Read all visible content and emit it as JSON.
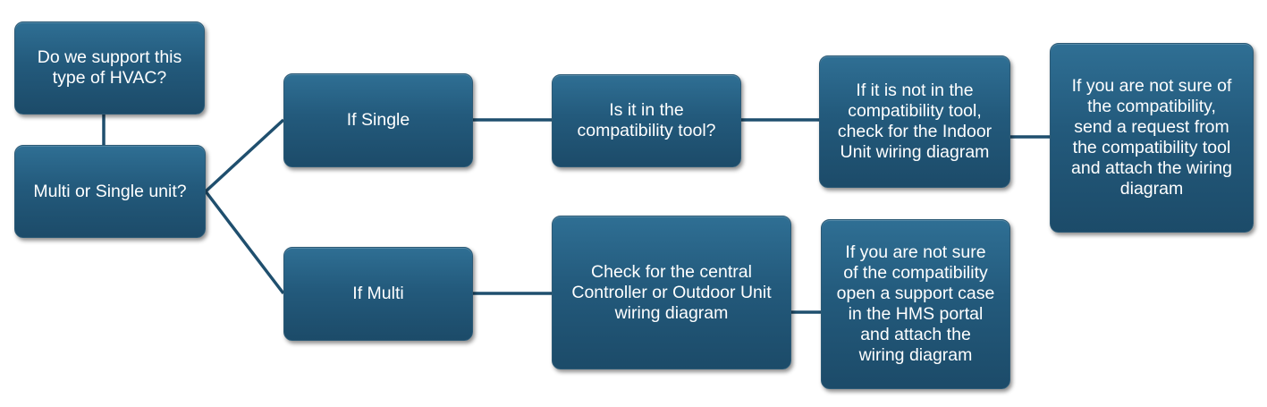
{
  "colors": {
    "node_fill": "#235a7c",
    "node_border": "#2c5a76",
    "connector": "#1f4f6e",
    "text": "#ffffff"
  },
  "nodes": {
    "hvac": "Do we support this\ntype of HVAC?",
    "unit": "Multi or Single unit?",
    "single": "If Single",
    "multi": "If Multi",
    "tool": "Is it in the\ncompatibility tool?",
    "central": "Check for the central\nController or Outdoor Unit\nwiring diagram",
    "indoor": "If it is not in the\ncompatibility tool,\ncheck for the Indoor\nUnit wiring diagram",
    "hms": "If you are not sure\nof the compatibility\nopen a support case\nin the HMS portal\nand attach the\nwiring diagram",
    "request": "If you are not sure of\nthe compatibility,\nsend a request from\nthe compatibility tool\nand attach the wiring\ndiagram"
  }
}
